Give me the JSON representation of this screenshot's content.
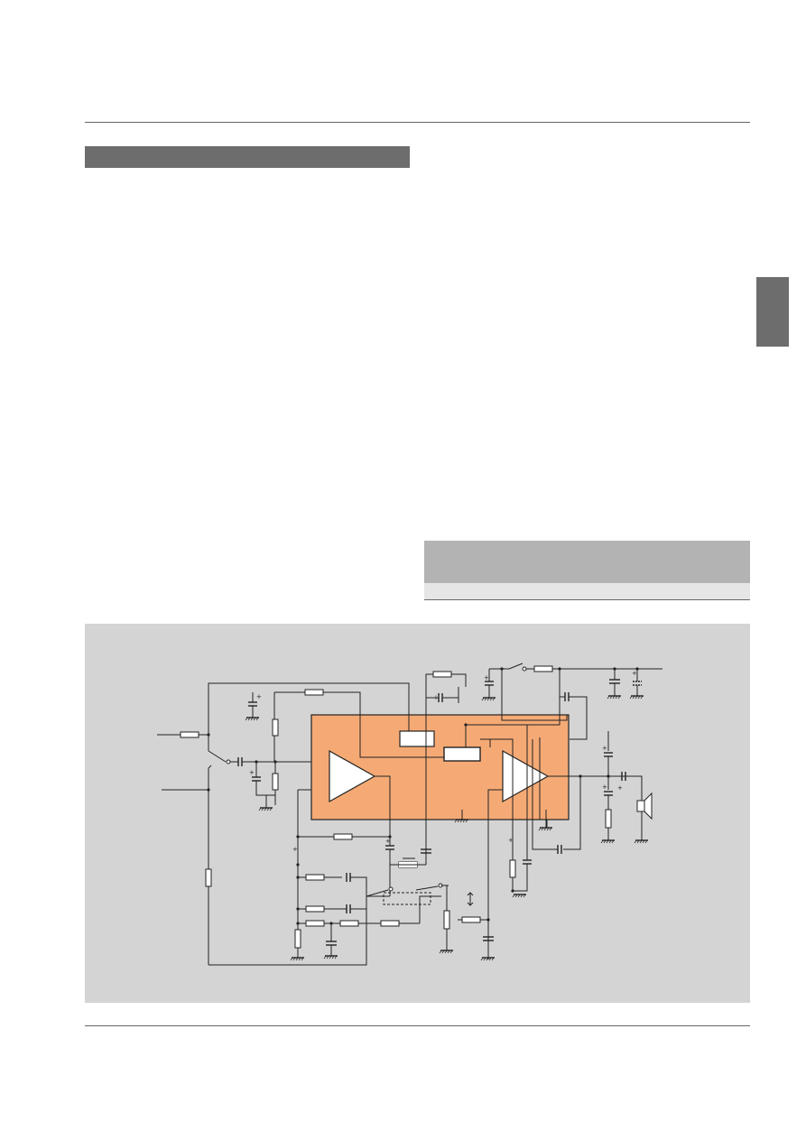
{
  "colors": {
    "rule": "#666666",
    "section_bar": "#6d6d6d",
    "side_tab": "#6d6d6d",
    "table_header": "#b3b3b3",
    "figure_background": "#d4d4d4",
    "ic_fill": "#f5aa75",
    "wire": "#222222"
  },
  "page": {
    "section_heading": "",
    "table_header_text": "",
    "table_row_text": ""
  },
  "diagram": {
    "description_icons": [
      "amplifier-triangle",
      "resistor",
      "capacitor",
      "ground",
      "switch",
      "speaker",
      "potentiometer"
    ]
  }
}
